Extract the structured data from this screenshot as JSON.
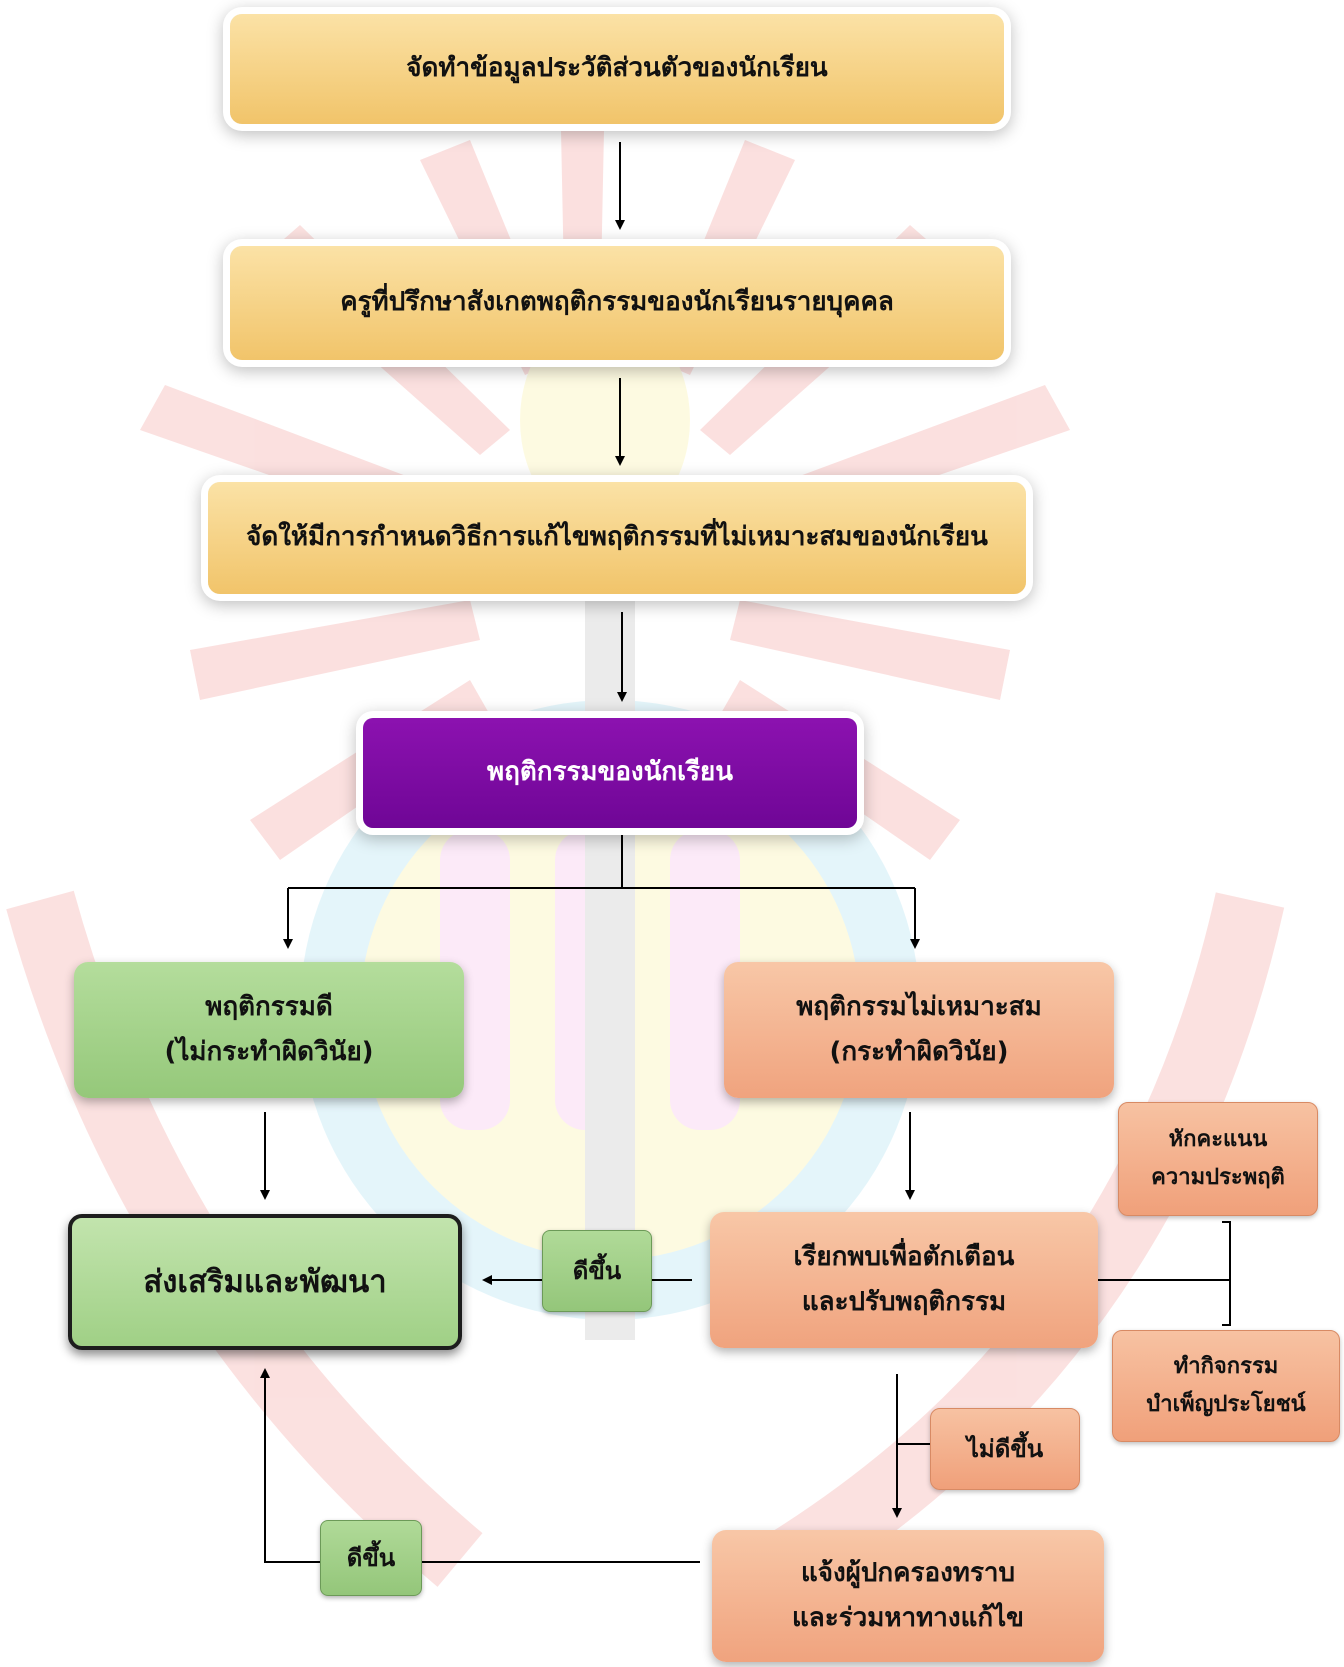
{
  "nodes": {
    "step1": "จัดทำข้อมูลประวัติส่วนตัวของนักเรียน",
    "step2": "ครูที่ปรึกษาสังเกตพฤติกรรมของนักเรียนรายบุคคล",
    "step3": "จัดให้มีการกำหนดวิธีการแก้ไขพฤติกรรมที่ไม่เหมาะสมของนักเรียน",
    "behavior": "พฤติกรรมของนักเรียน",
    "good": {
      "line1": "พฤติกรรมดี",
      "line2": "(ไม่กระทำผิดวินัย)"
    },
    "bad": {
      "line1": "พฤติกรรมไม่เหมาะสม",
      "line2": "(กระทำผิดวินัย)"
    },
    "promote": "ส่งเสริมและพัฒนา",
    "warn": {
      "line1": "เรียกพบเพื่อตักเตือน",
      "line2": "และปรับพฤติกรรม"
    },
    "deduct": {
      "line1": "หักคะแนน",
      "line2": "ความประพฤติ"
    },
    "service": {
      "line1": "ทำกิจกรรม",
      "line2": "บำเพ็ญประโยชน์"
    },
    "parent": {
      "line1": "แจ้งผู้ปกครองทราบ",
      "line2": "และร่วมหาทางแก้ไข"
    }
  },
  "labels": {
    "improved_1": "ดีขึ้น",
    "not_improved": "ไม่ดีขึ้น",
    "improved_2": "ดีขึ้น"
  },
  "colors": {
    "step_fill": "#f4cf80",
    "behavior_fill": "#7b0aa0",
    "good_fill": "#a5d38c",
    "bad_fill": "#f4b08e",
    "watermark_red": "#e8433c",
    "watermark_blue": "#5fc6e6",
    "watermark_yellow": "#f6e64a",
    "watermark_pink": "#ee82d6"
  }
}
